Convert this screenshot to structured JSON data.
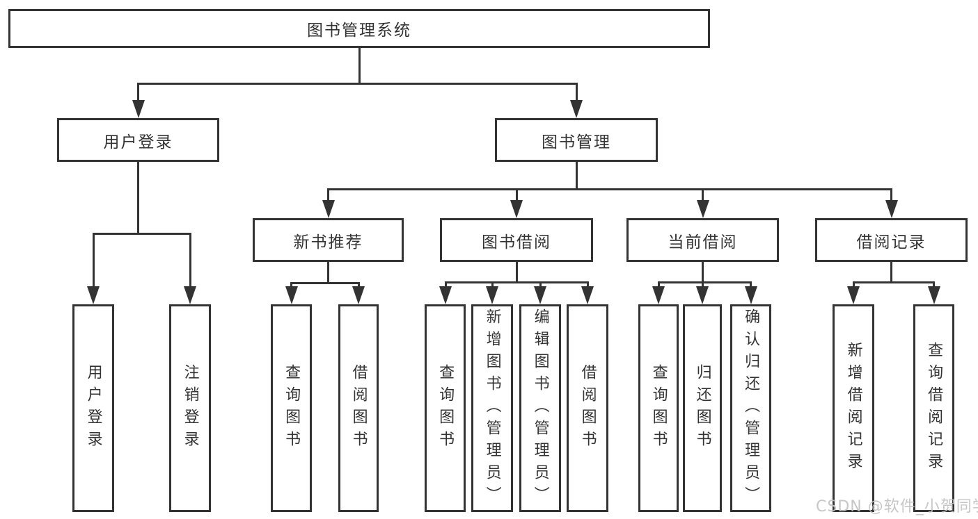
{
  "watermark": "CSDN @软件_小贺同学",
  "colors": {
    "line": "#333333",
    "text": "#333333",
    "background": "#ffffff",
    "watermark": "#c2c2c2"
  },
  "tree": {
    "label": "图书管理系统",
    "children": [
      {
        "label": "用户登录",
        "children": [
          {
            "label": "用户登录"
          },
          {
            "label": "注销登录"
          }
        ]
      },
      {
        "label": "图书管理",
        "children": [
          {
            "label": "新书推荐",
            "children": [
              {
                "label": "查询图书"
              },
              {
                "label": "借阅图书"
              }
            ]
          },
          {
            "label": "图书借阅",
            "children": [
              {
                "label": "查询图书"
              },
              {
                "label": "新增图书（管理员）"
              },
              {
                "label": "编辑图书（管理员）"
              },
              {
                "label": "借阅图书"
              }
            ]
          },
          {
            "label": "当前借阅",
            "children": [
              {
                "label": "查询图书"
              },
              {
                "label": "归还图书"
              },
              {
                "label": "确认归还（管理员）"
              }
            ]
          },
          {
            "label": "借阅记录",
            "children": [
              {
                "label": "新增借阅记录"
              },
              {
                "label": "查询借阅记录"
              }
            ]
          }
        ]
      }
    ]
  }
}
